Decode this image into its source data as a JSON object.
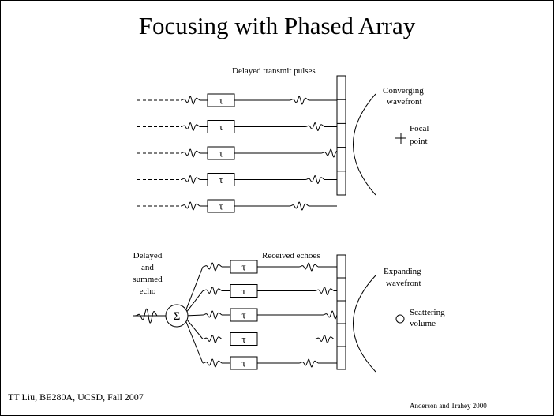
{
  "slide": {
    "title": "Focusing with Phased Array",
    "footer_left": "TT Liu, BE280A, UCSD, Fall 2007",
    "footer_right": "Anderson and Trahey 2000"
  },
  "transmit": {
    "label": "Delayed transmit pulses",
    "delay_symbol": "τ",
    "wavefront_label": [
      "Converging",
      "wavefront"
    ],
    "focal_label": [
      "Focal",
      "point"
    ],
    "channels": 5
  },
  "receive": {
    "label": "Received echoes",
    "delay_symbol": "τ",
    "sum_symbol": "Σ",
    "summed_label": [
      "Delayed",
      "and",
      "summed",
      "echo"
    ],
    "wavefront_label": [
      "Expanding",
      "wavefront"
    ],
    "scatter_label": [
      "Scattering",
      "volume"
    ],
    "channels": 5
  }
}
